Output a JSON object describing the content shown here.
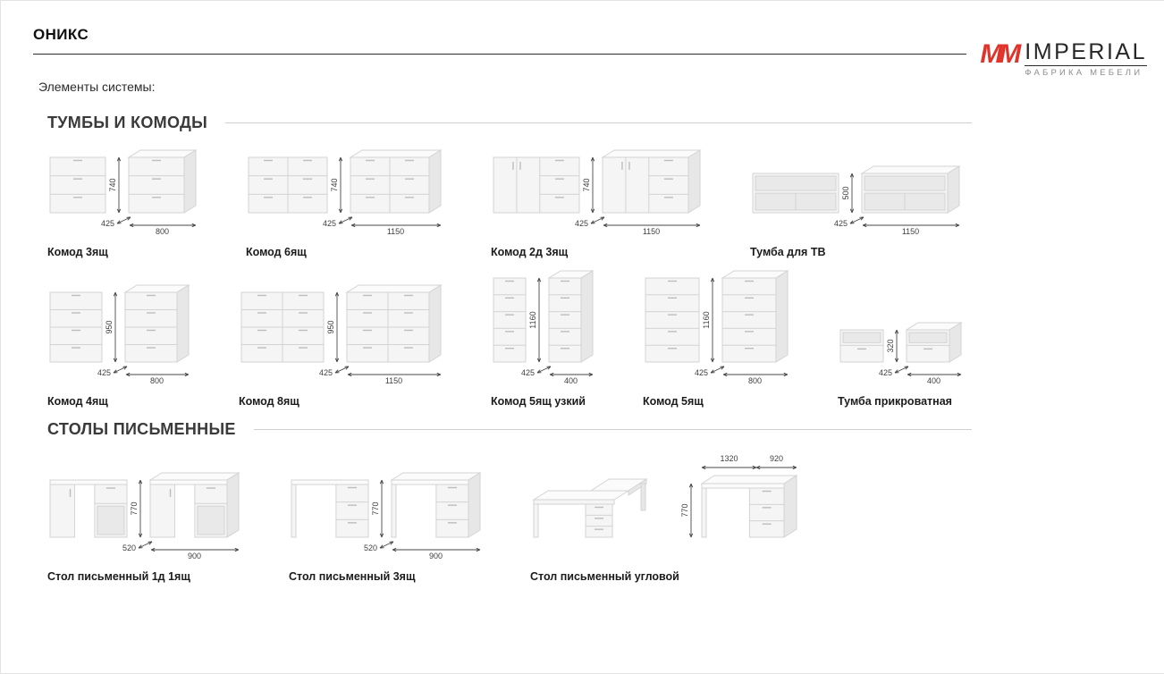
{
  "page": {
    "title": "ОНИКС",
    "subtitle": "Элементы системы:"
  },
  "logo": {
    "monogram": "MM",
    "brand": "IMPERIAL",
    "tagline": "ФАБРИКА МЕБЕЛИ",
    "accent": "#e0342b"
  },
  "sections": [
    {
      "title": "ТУМБЫ И КОМОДЫ",
      "rows": [
        [
          {
            "name": "Комод 3ящ",
            "dims": {
              "height": "740",
              "depth": "425",
              "width": "800"
            },
            "fig": {
              "kind": "dresser",
              "cols": [
                3
              ],
              "fw": 62,
              "fh": 62
            }
          },
          {
            "name": "Комод 6ящ",
            "dims": {
              "height": "740",
              "depth": "425",
              "width": "1150"
            },
            "fig": {
              "kind": "dresser",
              "cols": [
                3,
                3
              ],
              "fw": 88,
              "fh": 62
            }
          },
          {
            "name": "Комод 2д 3ящ",
            "dims": {
              "height": "740",
              "depth": "425",
              "width": "1150"
            },
            "fig": {
              "kind": "doors",
              "fw": 96,
              "fh": 62
            }
          },
          {
            "name": "Тумба для ТВ",
            "dims": {
              "height": "500",
              "depth": "425",
              "width": "1150"
            },
            "fig": {
              "kind": "tv",
              "fw": 96,
              "fh": 44
            }
          }
        ],
        [
          {
            "name": "Комод 4ящ",
            "dims": {
              "height": "950",
              "depth": "425",
              "width": "800"
            },
            "fig": {
              "kind": "dresser",
              "cols": [
                4
              ],
              "fw": 58,
              "fh": 78
            }
          },
          {
            "name": "Комод 8ящ",
            "dims": {
              "height": "950",
              "depth": "425",
              "width": "1150"
            },
            "fig": {
              "kind": "dresser",
              "cols": [
                4,
                4
              ],
              "fw": 92,
              "fh": 78
            }
          },
          {
            "name": "Комод 5ящ узкий",
            "dims": {
              "height": "1160",
              "depth": "425",
              "width": "400"
            },
            "fig": {
              "kind": "dresser",
              "cols": [
                5
              ],
              "fw": 36,
              "fh": 94
            }
          },
          {
            "name": "Комод 5ящ",
            "dims": {
              "height": "1160",
              "depth": "425",
              "width": "800"
            },
            "fig": {
              "kind": "dresser",
              "cols": [
                5
              ],
              "fw": 60,
              "fh": 94
            }
          },
          {
            "name": "Тумба прикроватная",
            "dims": {
              "height": "320",
              "depth": "425",
              "width": "400"
            },
            "fig": {
              "kind": "night",
              "fw": 48,
              "fh": 36
            }
          }
        ]
      ]
    },
    {
      "title": "СТОЛЫ ПИСЬМЕННЫЕ",
      "rows": [
        [
          {
            "name": "Стол письменный 1д 1ящ",
            "dims": {
              "height": "770",
              "depth": "520",
              "width": "900"
            },
            "fig": {
              "kind": "desk",
              "door": true,
              "drawers": 1,
              "fw": 86,
              "fh": 64
            }
          },
          {
            "name": "Стол письменный 3ящ",
            "dims": {
              "height": "770",
              "depth": "520",
              "width": "900"
            },
            "fig": {
              "kind": "desk",
              "drawers": 3,
              "fw": 86,
              "fh": 64
            }
          },
          {
            "name": "Стол письменный угловой",
            "dims": {
              "height": "770",
              "top_left": "1320",
              "top_right": "920"
            },
            "fig": {
              "kind": "corner"
            }
          }
        ]
      ]
    }
  ]
}
